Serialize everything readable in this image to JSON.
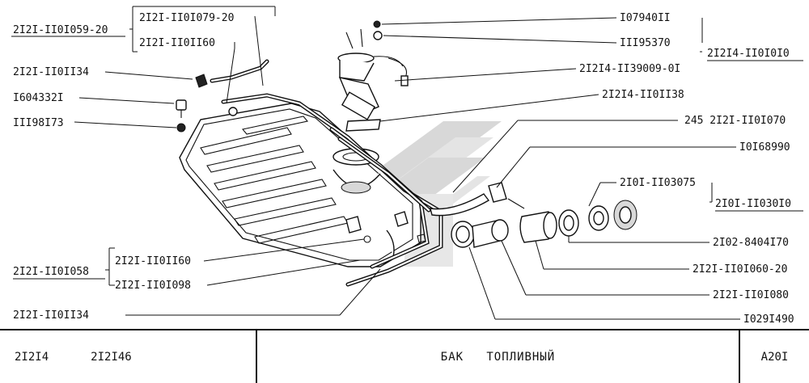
{
  "labels": {
    "l_2121_1101059_20": "2I2I-II0I059-20",
    "l_2121_1101079_20": "2I2I-II0I079-20",
    "l_2121_1101160_top": "2I2I-II0II60",
    "l_2121_1101134_top": "2I2I-II0II34",
    "l_1604332": "I604332I",
    "l_1119873": "III98I73",
    "l_107940": "I07940II",
    "l_1195370": "III95370",
    "l_2124_1101010": "2I2I4-II0I0I0",
    "l_2124_1139009": "2I2I4-II39009-0I",
    "l_2124_1101138": "2I2I4-II0II38",
    "l_245_2121_1101070": "245  2I2I-II0I070",
    "l_1016899": "I0I68990",
    "l_2101_1103075": "2I0I-II03075",
    "l_2101_1103010": "2I0I-II030I0",
    "l_2102_8404170": "2I02-8404I70",
    "l_2121_1101060_20": "2I2I-II0I060-20",
    "l_2121_1101080": "2I2I-II0I080",
    "l_1029149": "I029I490",
    "l_2121_1101058": "2I2I-II0I058",
    "l_2121_1101160_bot": "2I2I-II0II60",
    "l_2121_1101098": "2I2I-II0I098",
    "l_2121_1101134_bot": "2I2I-II0II34"
  },
  "footer": {
    "model_a": "2I2I4",
    "model_b": "2I2I46",
    "title": "БАК   ТОПЛИВНЫЙ",
    "code": "A20I"
  },
  "colors": {
    "ink": "#111111",
    "paper": "#ffffff",
    "watermark": "#b9b9b9"
  }
}
